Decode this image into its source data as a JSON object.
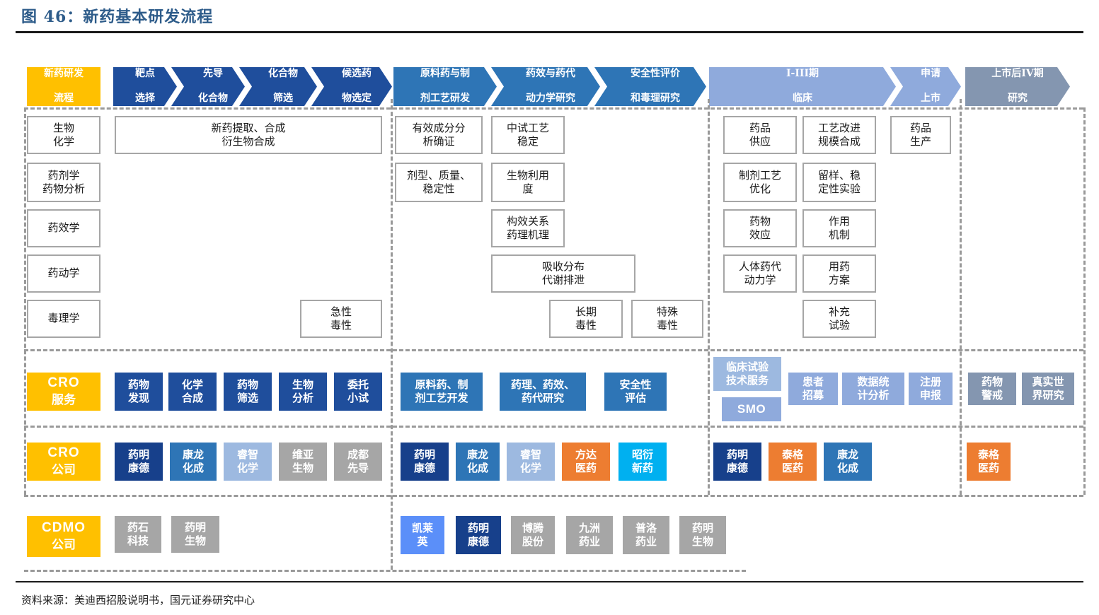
{
  "figure": {
    "title": "图 46：新药基本研发流程",
    "source": "资料来源：美迪西招股说明书，国元证券研究中心"
  },
  "colors": {
    "gold": "#FFC000",
    "dark_blue": "#1F4E9C",
    "deep_navy": "#17408B",
    "mid_blue": "#2E75B6",
    "light_blue": "#9DB9E0",
    "pale_blue": "#8FAADC",
    "gray_blue": "#8496B0",
    "gray": "#A6A6A6",
    "orange": "#ED7D31",
    "cyan": "#00B0F0",
    "bright_blue": "#5B8FF9",
    "title_blue": "#2E5C8A",
    "box_border": "#A6A6A6"
  },
  "phase_band": {
    "label": {
      "line1": "新药研发",
      "line2": "流程"
    },
    "phases": [
      {
        "line1": "靶点",
        "line2": "选择"
      },
      {
        "line1": "先导",
        "line2": "化合物"
      },
      {
        "line1": "化合物",
        "line2": "筛选"
      },
      {
        "line1": "候选药",
        "line2": "物选定"
      },
      {
        "line1": "原料药与制",
        "line2": "剂工艺研发"
      },
      {
        "line1": "药效与药代",
        "line2": "动力学研究"
      },
      {
        "line1": "安全性评价",
        "line2": "和毒理研究"
      },
      {
        "line1": "I-III期",
        "line2": "临床"
      },
      {
        "line1": "申请",
        "line2": "上市"
      },
      {
        "line1": "上市后IV期",
        "line2": "研究"
      }
    ]
  },
  "discipline_boxes": [
    {
      "line1": "生物",
      "line2": "化学"
    },
    {
      "line1": "药剂学",
      "line2": "药物分析"
    },
    {
      "line1": "药效学",
      "line2": ""
    },
    {
      "line1": "药动学",
      "line2": ""
    },
    {
      "line1": "毒理学",
      "line2": ""
    }
  ],
  "activity_boxes": [
    {
      "line1": "新药提取、合成",
      "line2": "衍生物合成"
    },
    {
      "line1": "急性",
      "line2": "毒性"
    },
    {
      "line1": "有效成分分",
      "line2": "析确证"
    },
    {
      "line1": "剂型、质量、",
      "line2": "稳定性"
    },
    {
      "line1": "中试工艺",
      "line2": "稳定"
    },
    {
      "line1": "生物利用",
      "line2": "度"
    },
    {
      "line1": "构效关系",
      "line2": "药理机理"
    },
    {
      "line1": "吸收分布",
      "line2": "代谢排泄"
    },
    {
      "line1": "长期",
      "line2": "毒性"
    },
    {
      "line1": "特殊",
      "line2": "毒性"
    },
    {
      "line1": "药品",
      "line2": "供应"
    },
    {
      "line1": "工艺改进",
      "line2": "规模合成"
    },
    {
      "line1": "药品",
      "line2": "生产"
    },
    {
      "line1": "制剂工艺",
      "line2": "优化"
    },
    {
      "line1": "留样、稳",
      "line2": "定性实验"
    },
    {
      "line1": "药物",
      "line2": "效应"
    },
    {
      "line1": "作用",
      "line2": "机制"
    },
    {
      "line1": "人体药代",
      "line2": "动力学"
    },
    {
      "line1": "用药",
      "line2": "方案"
    },
    {
      "line1": "补充",
      "line2": "试验"
    }
  ],
  "cro_service_row": {
    "label": {
      "en": "CRO",
      "cn": "服务"
    },
    "items": [
      {
        "line1": "药物",
        "line2": "发现"
      },
      {
        "line1": "化学",
        "line2": "合成"
      },
      {
        "line1": "药物",
        "line2": "筛选"
      },
      {
        "line1": "生物",
        "line2": "分析"
      },
      {
        "line1": "委托",
        "line2": "小试"
      },
      {
        "line1": "原料药、制",
        "line2": "剂工艺开发"
      },
      {
        "line1": "药理、药效、",
        "line2": "药代研究"
      },
      {
        "line1": "安全性",
        "line2": "评估"
      },
      {
        "line1": "临床试验",
        "line2": "技术服务"
      },
      {
        "line1": "SMO",
        "line2": ""
      },
      {
        "line1": "患者",
        "line2": "招募"
      },
      {
        "line1": "数据统",
        "line2": "计分析"
      },
      {
        "line1": "注册",
        "line2": "申报"
      },
      {
        "line1": "药物",
        "line2": "警戒"
      },
      {
        "line1": "真实世",
        "line2": "界研究"
      }
    ]
  },
  "cro_company_row": {
    "label": {
      "en": "CRO",
      "cn": "公司"
    },
    "items": [
      {
        "line1": "药明",
        "line2": "康德"
      },
      {
        "line1": "康龙",
        "line2": "化成"
      },
      {
        "line1": "睿智",
        "line2": "化学"
      },
      {
        "line1": "维亚",
        "line2": "生物"
      },
      {
        "line1": "成都",
        "line2": "先导"
      },
      {
        "line1": "药明",
        "line2": "康德"
      },
      {
        "line1": "康龙",
        "line2": "化成"
      },
      {
        "line1": "睿智",
        "line2": "化学"
      },
      {
        "line1": "方达",
        "line2": "医药"
      },
      {
        "line1": "昭衍",
        "line2": "新药"
      },
      {
        "line1": "药明",
        "line2": "康德"
      },
      {
        "line1": "泰格",
        "line2": "医药"
      },
      {
        "line1": "康龙",
        "line2": "化成"
      },
      {
        "line1": "泰格",
        "line2": "医药"
      }
    ]
  },
  "cdmo_company_row": {
    "label": {
      "en": "CDMO",
      "cn": "公司"
    },
    "items": [
      {
        "line1": "药石",
        "line2": "科技"
      },
      {
        "line1": "药明",
        "line2": "生物"
      },
      {
        "line1": "凯莱",
        "line2": "英"
      },
      {
        "line1": "药明",
        "line2": "康德"
      },
      {
        "line1": "博腾",
        "line2": "股份"
      },
      {
        "line1": "九洲",
        "line2": "药业"
      },
      {
        "line1": "普洛",
        "line2": "药业"
      },
      {
        "line1": "药明",
        "line2": "生物"
      }
    ]
  }
}
